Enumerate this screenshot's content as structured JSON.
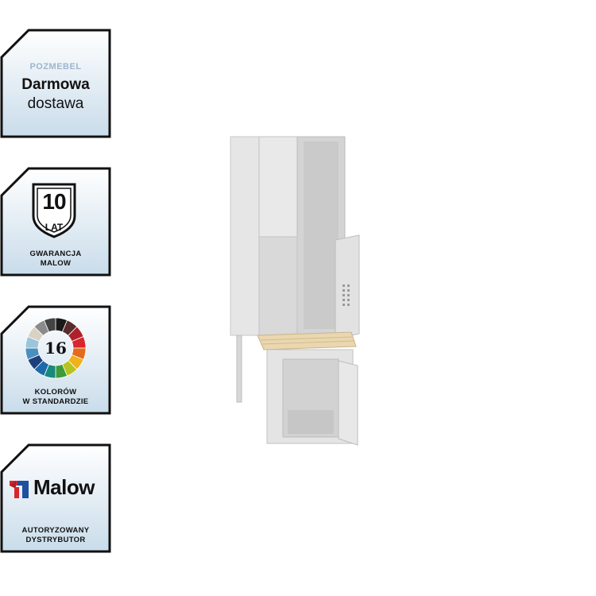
{
  "badges": {
    "delivery": {
      "logo": "POZMEBEL",
      "line1": "Darmowa",
      "line2": "dostawa"
    },
    "warranty": {
      "number": "10",
      "unit": "LAT",
      "line1": "GWARANCJA",
      "line2": "MALOW"
    },
    "colors": {
      "number": "16",
      "line1": "KOLORÓW",
      "line2": "W STANDARDZIE"
    },
    "brand": {
      "name": "Malow",
      "line1": "AUTORYZOWANY",
      "line2": "DYSTRYBUTOR"
    }
  },
  "colors": {
    "badge_bg_top": "#ffffff",
    "badge_bg_bottom": "#c9dcea",
    "badge_border": "#111111",
    "malow_blue": "#1e4fa0",
    "malow_red": "#d8262f",
    "locker_gray": "#dcdcdc",
    "bench_wood": "#ead7b0"
  }
}
